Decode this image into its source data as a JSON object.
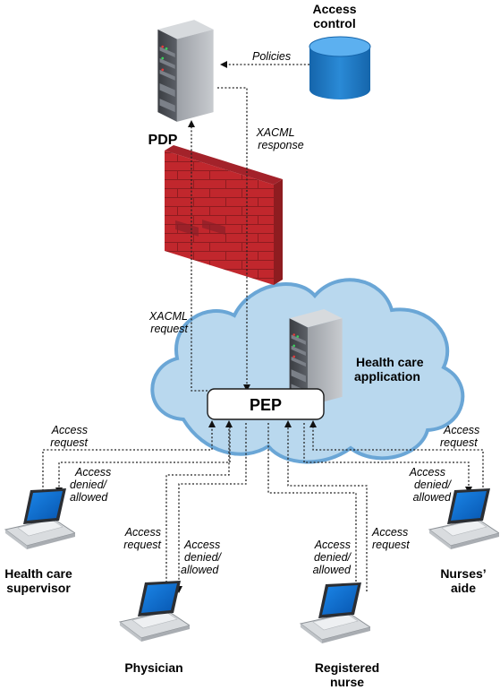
{
  "nodes": {
    "pdp": "PDP",
    "access_control_line1": "Access",
    "access_control_line2": "control",
    "app_line1": "Health care",
    "app_line2": "application",
    "pep": "PEP",
    "supervisor_line1": "Health care",
    "supervisor_line2": "supervisor",
    "physician": "Physician",
    "nurse_line1": "Registered",
    "nurse_line2": "nurse",
    "aide_line1": "Nurses’",
    "aide_line2": "aide"
  },
  "edges": {
    "policies": "Policies",
    "xacml_response_1": "XACML",
    "xacml_response_2": "response",
    "xacml_request_1": "XACML",
    "xacml_request_2": "request",
    "access": "Access",
    "request": "request",
    "denied": "denied/",
    "allowed": "allowed"
  },
  "colors": {
    "cloud_fill": "#b9d8ee",
    "cloud_stroke": "#6aa6d6",
    "firewall": "#c1272d",
    "database": "#1f7cc1",
    "laptop_screen": "#0b6fd1"
  },
  "icons": [
    "server-icon",
    "database-icon",
    "firewall-icon",
    "cloud-icon",
    "laptop-icon"
  ]
}
